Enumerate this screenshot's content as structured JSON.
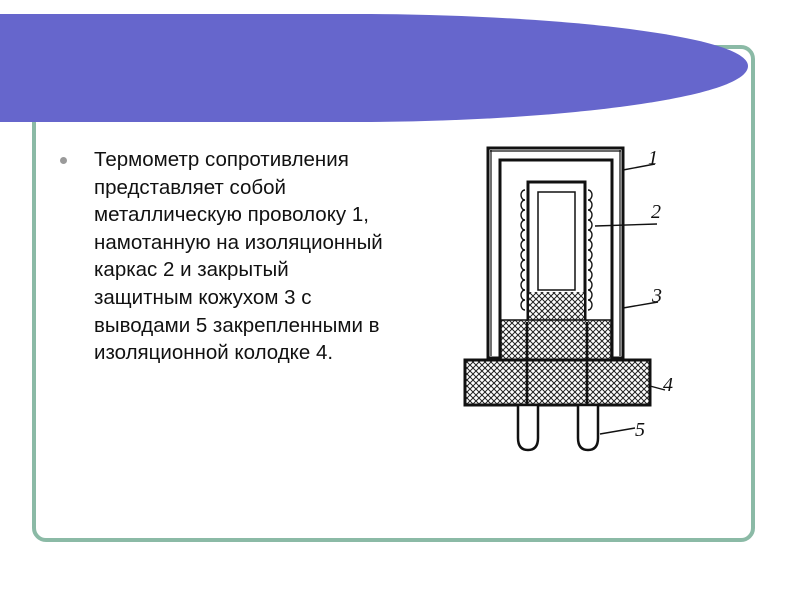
{
  "slide": {
    "bullets": [
      "Термометр сопротивления представляет собой металлическую проволоку 1, намотанную на изоляционный каркас 2 и закрытый  защитным кожухом 3 с выводами 5 закрепленными в изоляционной колодке 4."
    ]
  },
  "diagram": {
    "labels": [
      "1",
      "2",
      "3",
      "4",
      "5"
    ]
  },
  "colors": {
    "banner": "#6666cc",
    "frame": "#8bbaa6",
    "bullet": "#9a9a9a"
  }
}
